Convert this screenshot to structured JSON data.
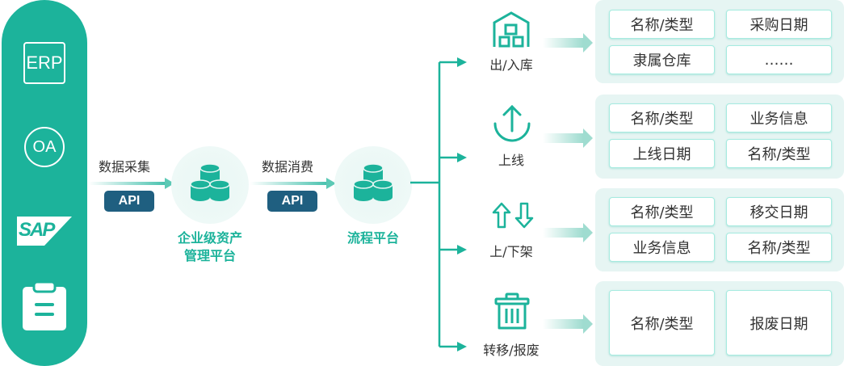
{
  "sources": [
    {
      "name": "ERP",
      "icon": "erp-icon"
    },
    {
      "name": "OA",
      "icon": "oa-icon"
    },
    {
      "name": "SAP",
      "icon": "sap-logo-icon"
    },
    {
      "name": "",
      "icon": "clipboard-icon"
    }
  ],
  "flow": {
    "collect_label": "数据采集",
    "consume_label": "数据消费",
    "api_label_1": "API",
    "api_label_2": "API",
    "hub1_line1": "企业级资产",
    "hub1_line2": "管理平台",
    "hub2_label": "流程平台"
  },
  "categories": [
    {
      "label": "出/入库",
      "icon": "warehouse-icon",
      "fields": [
        "名称/类型",
        "采购日期",
        "隶属仓库",
        "……"
      ]
    },
    {
      "label": "上线",
      "icon": "upload-icon",
      "fields": [
        "名称/类型",
        "业务信息",
        "上线日期",
        "名称/类型"
      ]
    },
    {
      "label": "上/下架",
      "icon": "up-down-arrows-icon",
      "fields": [
        "名称/类型",
        "移交日期",
        "业务信息",
        "名称/类型"
      ]
    },
    {
      "label": "转移/报废",
      "icon": "trash-icon",
      "fields": [
        "名称/类型",
        "报废日期"
      ]
    }
  ],
  "colors": {
    "primary": "#1cb39b",
    "api_badge": "#1f5f80",
    "panel_bg": "#e6f5f3",
    "cell_border": "#a6ebe0"
  }
}
